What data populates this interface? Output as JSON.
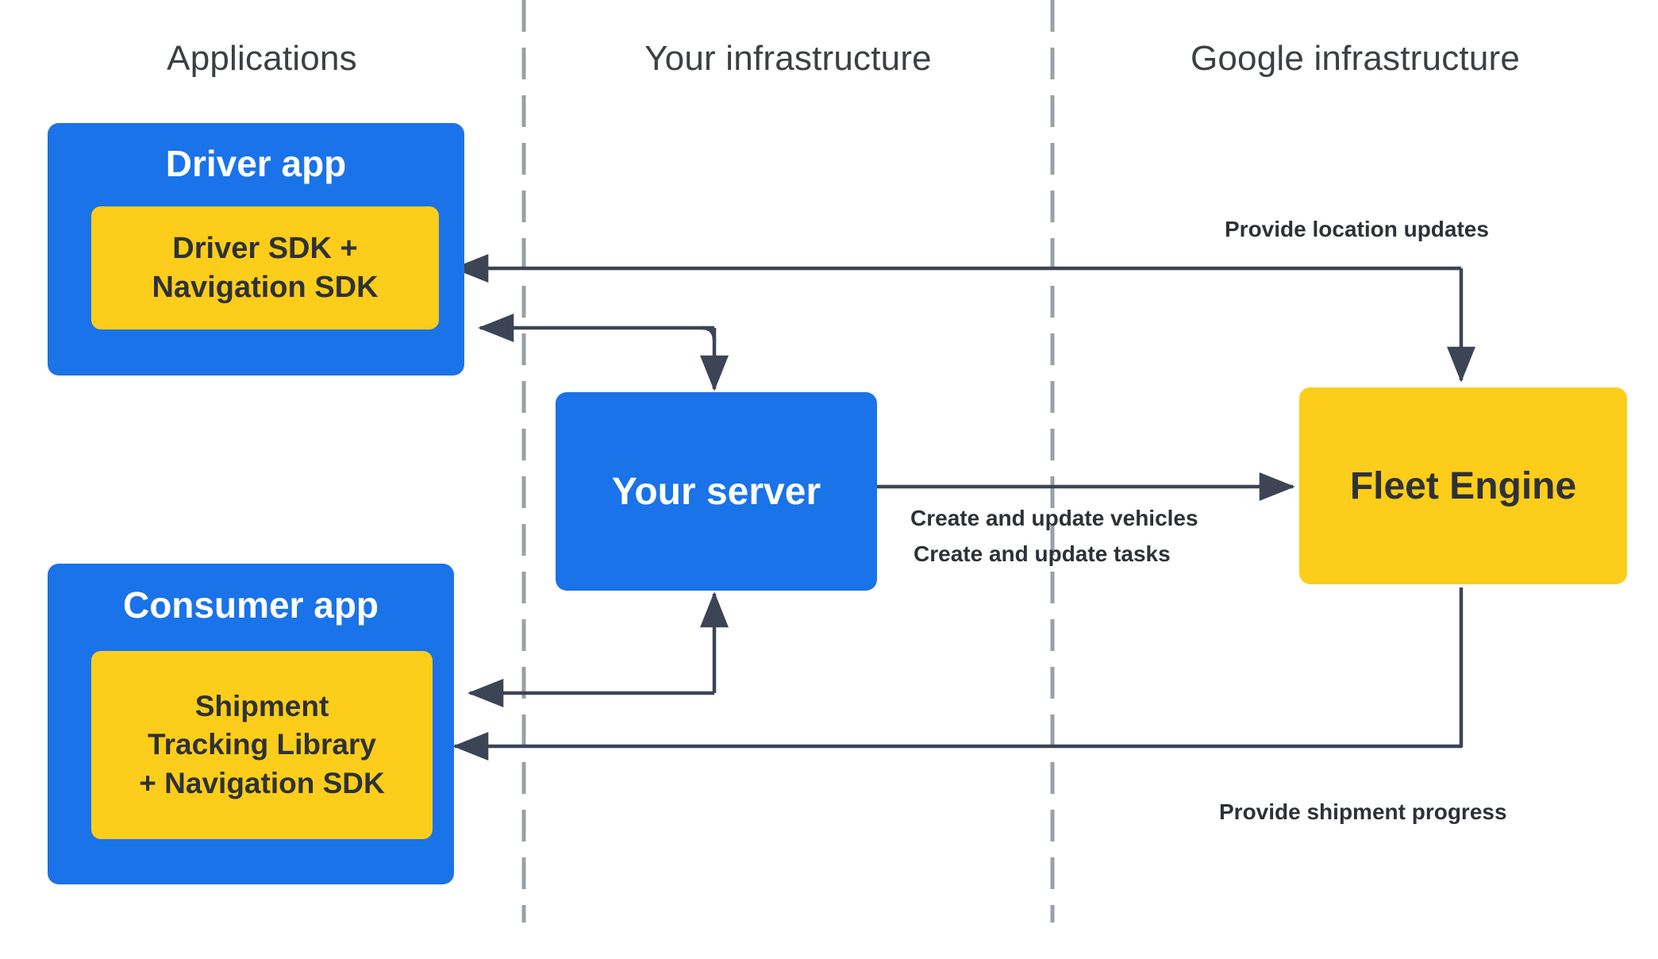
{
  "columns": [
    {
      "id": "applications",
      "title": "Applications"
    },
    {
      "id": "your-infrastructure",
      "title": "Your infrastructure"
    },
    {
      "id": "google-infrastructure",
      "title": "Google infrastructure"
    }
  ],
  "nodes": {
    "driver_app": {
      "title": "Driver app",
      "sdk_line1": "Driver SDK +",
      "sdk_line2": "Navigation SDK"
    },
    "consumer_app": {
      "title": "Consumer app",
      "sdk_line1": "Shipment",
      "sdk_line2": "Tracking Library",
      "sdk_line3": "+ Navigation SDK"
    },
    "your_server": {
      "title": "Your server"
    },
    "fleet_engine": {
      "title": "Fleet Engine"
    }
  },
  "edge_labels": {
    "location_updates": "Provide location updates",
    "create_vehicles": "Create and update vehicles",
    "create_tasks": "Create and update tasks",
    "shipment_progress": "Provide shipment progress"
  },
  "colors": {
    "blue": "#1a73e8",
    "yellow": "#fccd1a",
    "dark_text": "#2e3136",
    "header_text": "#3c4043",
    "arrow": "#3c4455",
    "divider": "#9aa0a6",
    "background": "#ffffff"
  },
  "chart_data": {
    "type": "diagram",
    "title": "Fleet Engine architecture",
    "swimlanes": [
      "Applications",
      "Your infrastructure",
      "Google infrastructure"
    ],
    "nodes": [
      {
        "id": "driver_app",
        "label": "Driver app",
        "lane": "Applications",
        "kind": "container",
        "color": "#1a73e8"
      },
      {
        "id": "driver_sdk",
        "label": "Driver SDK + Navigation SDK",
        "lane": "Applications",
        "kind": "component",
        "color": "#fccd1a",
        "parent": "driver_app"
      },
      {
        "id": "consumer_app",
        "label": "Consumer app",
        "lane": "Applications",
        "kind": "container",
        "color": "#1a73e8"
      },
      {
        "id": "consumer_sdk",
        "label": "Shipment Tracking Library + Navigation SDK",
        "lane": "Applications",
        "kind": "component",
        "color": "#fccd1a",
        "parent": "consumer_app"
      },
      {
        "id": "your_server",
        "label": "Your server",
        "lane": "Your infrastructure",
        "kind": "service",
        "color": "#1a73e8"
      },
      {
        "id": "fleet_engine",
        "label": "Fleet Engine",
        "lane": "Google infrastructure",
        "kind": "service",
        "color": "#fccd1a"
      }
    ],
    "edges": [
      {
        "from": "fleet_engine",
        "to": "driver_sdk",
        "label": "",
        "direction": "left"
      },
      {
        "from": "driver_sdk",
        "to": "fleet_engine",
        "label": "Provide location updates",
        "direction": "down"
      },
      {
        "from": "your_server",
        "to": "driver_app",
        "label": "",
        "direction": "left"
      },
      {
        "from": "driver_app",
        "to": "your_server",
        "label": "",
        "direction": "down"
      },
      {
        "from": "your_server",
        "to": "fleet_engine",
        "label": "Create and update vehicles / Create and update tasks",
        "direction": "right"
      },
      {
        "from": "your_server",
        "to": "consumer_app",
        "label": "",
        "direction": "left"
      },
      {
        "from": "consumer_app",
        "to": "your_server",
        "label": "",
        "direction": "up"
      },
      {
        "from": "fleet_engine",
        "to": "consumer_sdk",
        "label": "Provide shipment progress",
        "direction": "left"
      }
    ]
  }
}
